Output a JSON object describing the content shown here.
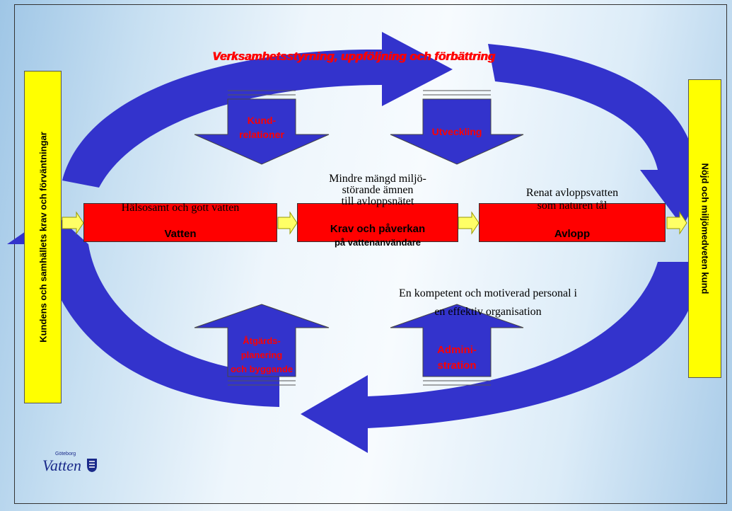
{
  "colors": {
    "arrow": "#3333cc",
    "box_red": "#ff0000",
    "side_yellow": "#ffff00",
    "connector_yellow": "#ffff66"
  },
  "top_heading": "Verksamhetsstyrning, uppföljning och förbättring",
  "left_side": "Kundens och samhällets krav och förväntningar",
  "right_side": "Nöjd och miljömedveten kund",
  "process": [
    {
      "caption": "Hälsosamt och gott vatten",
      "title": "Vatten"
    },
    {
      "caption_line1": "Mindre mängd miljö-",
      "caption_line2": "störande ämnen",
      "caption_line3": "till avloppsnätet",
      "title_line1": "Krav och påverkan",
      "title_line2": "på vattenanvändare"
    },
    {
      "caption_line1": "Renat avloppsvatten",
      "caption_line2": "som naturen tål",
      "title": "Avlopp"
    }
  ],
  "support": {
    "top_left_line1": "Kund-",
    "top_left_line2": "relationer",
    "top_right": "Utveckling",
    "bottom_left_line1": "Åtgärds-",
    "bottom_left_line2": "planering",
    "bottom_left_line3": "och byggande",
    "bottom_right_line1": "Admini-",
    "bottom_right_line2": "stration"
  },
  "staff_line1": "En kompetent och motiverad personal i",
  "staff_line2": "en effektiv organisation",
  "logo_text": "Vatten",
  "logo_small": "Göteborg",
  "icons": [
    "cycle-arrow-icon",
    "down-block-arrow-icon",
    "up-block-arrow-icon",
    "right-connector-arrow-icon",
    "crest-icon"
  ]
}
